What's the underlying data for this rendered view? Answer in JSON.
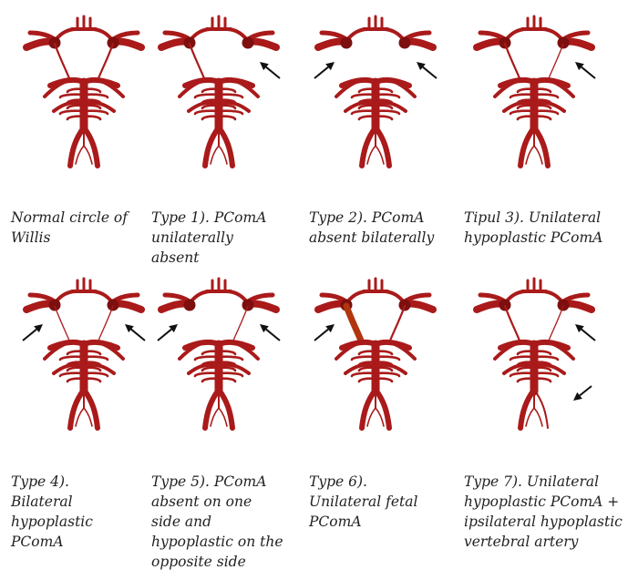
{
  "colors": {
    "artery": "#aa1a1a",
    "artery_dark": "#7d0f0f",
    "fetal_highlight": "#b2360d",
    "arrow": "#111111",
    "caption_text": "#222222",
    "background": "#ffffff"
  },
  "panels": [
    {
      "id": "normal",
      "caption": "Normal circle of\nWillis",
      "left_pcom": "normal",
      "right_pcom": "normal",
      "left_vertebral": "normal",
      "right_vertebral": "normal",
      "arrows": []
    },
    {
      "id": "type1",
      "caption": "Type 1). PComA\nunilaterally\nabsent",
      "left_pcom": "normal",
      "right_pcom": "absent",
      "left_vertebral": "normal",
      "right_vertebral": "normal",
      "arrows": [
        "right-pcom"
      ]
    },
    {
      "id": "type2",
      "caption": "Type 2). PComA\nabsent bilaterally",
      "left_pcom": "absent",
      "right_pcom": "absent",
      "left_vertebral": "normal",
      "right_vertebral": "normal",
      "arrows": [
        "left-pcom",
        "right-pcom"
      ]
    },
    {
      "id": "type3",
      "caption": "Tipul 3). Unilateral\nhypoplastic PComA",
      "left_pcom": "normal",
      "right_pcom": "hypoplastic",
      "left_vertebral": "normal",
      "right_vertebral": "normal",
      "arrows": [
        "right-pcom"
      ]
    },
    {
      "id": "type4",
      "caption": "Type 4).\nBilateral\nhypoplastic\nPComA",
      "left_pcom": "hypoplastic",
      "right_pcom": "hypoplastic",
      "left_vertebral": "normal",
      "right_vertebral": "normal",
      "arrows": [
        "left-pcom",
        "right-pcom"
      ]
    },
    {
      "id": "type5",
      "caption": "Type 5). PComA\nabsent on one\nside and\nhypoplastic on the\nopposite side",
      "left_pcom": "absent",
      "right_pcom": "hypoplastic",
      "left_vertebral": "normal",
      "right_vertebral": "normal",
      "arrows": [
        "left-pcom",
        "right-pcom"
      ]
    },
    {
      "id": "type6",
      "caption": "Type 6).\nUnilateral fetal\nPComA",
      "left_pcom": "fetal",
      "right_pcom": "normal",
      "left_vertebral": "normal",
      "right_vertebral": "normal",
      "arrows": [
        "left-pcom"
      ]
    },
    {
      "id": "type7",
      "caption": "Type 7). Unilateral\nhypoplastic PComA +\nipsilateral hypoplastic\nvertebral artery",
      "left_pcom": "normal",
      "right_pcom": "hypoplastic",
      "left_vertebral": "normal",
      "right_vertebral": "hypoplastic",
      "arrows": [
        "right-pcom",
        "right-vertebral"
      ]
    }
  ]
}
